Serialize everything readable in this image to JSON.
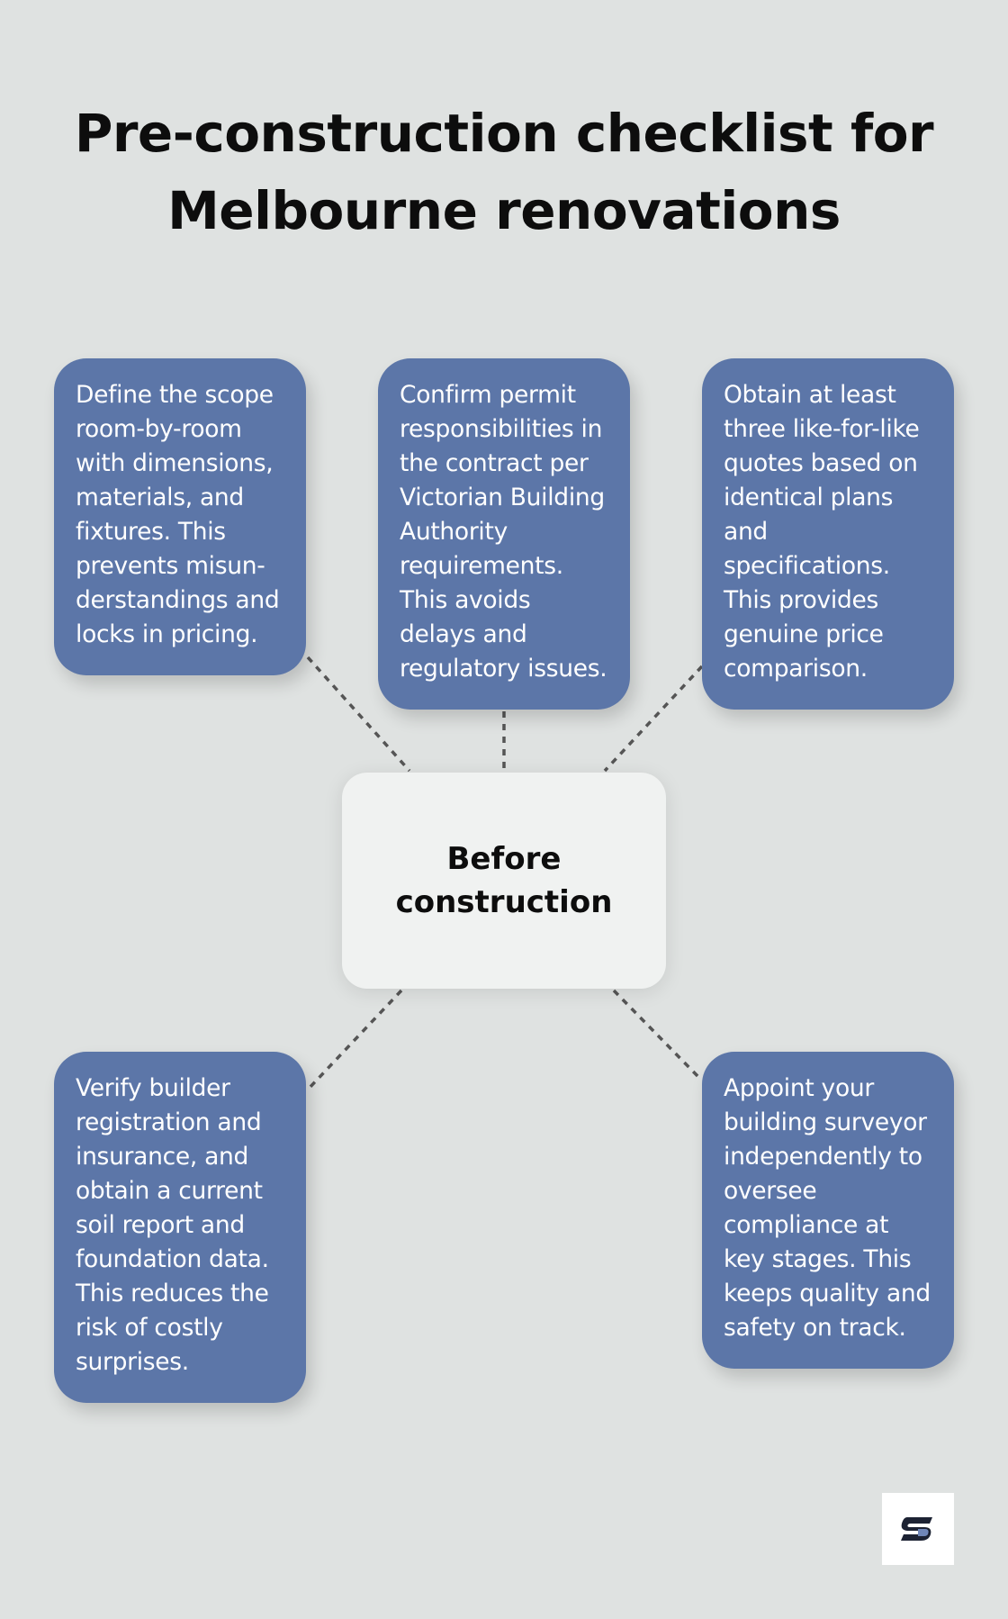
{
  "title": "Pre-construction checklist for Melbourne renovations",
  "center": {
    "label": "Before construction"
  },
  "items": [
    {
      "text": "Define the scope room-by-room with dimensions, materials, and fixtures. This prevents misun-derstandings and locks in pricing."
    },
    {
      "text": "Confirm permit responsibilities in the contract per Victorian Building Authority requirements. This avoids delays and regulatory issues."
    },
    {
      "text": "Obtain at least three like-for-like quotes based on identical plans and specifications. This provides genuine price comparison."
    },
    {
      "text": "Verify builder registration and insurance, and obtain a current soil report and foundation data. This reduces the risk of costly surprises."
    },
    {
      "text": "Appoint your building surveyor independently to oversee compliance at key stages. This keeps quality and safety on track."
    }
  ],
  "colors": {
    "background": "#dfe2e1",
    "card": "#5c76a8",
    "center": "#f0f2f1",
    "connector": "#555555",
    "text_dark": "#0d0d0d",
    "text_light": "#ffffff"
  },
  "icons": {
    "logo": "brand-logo-icon"
  }
}
